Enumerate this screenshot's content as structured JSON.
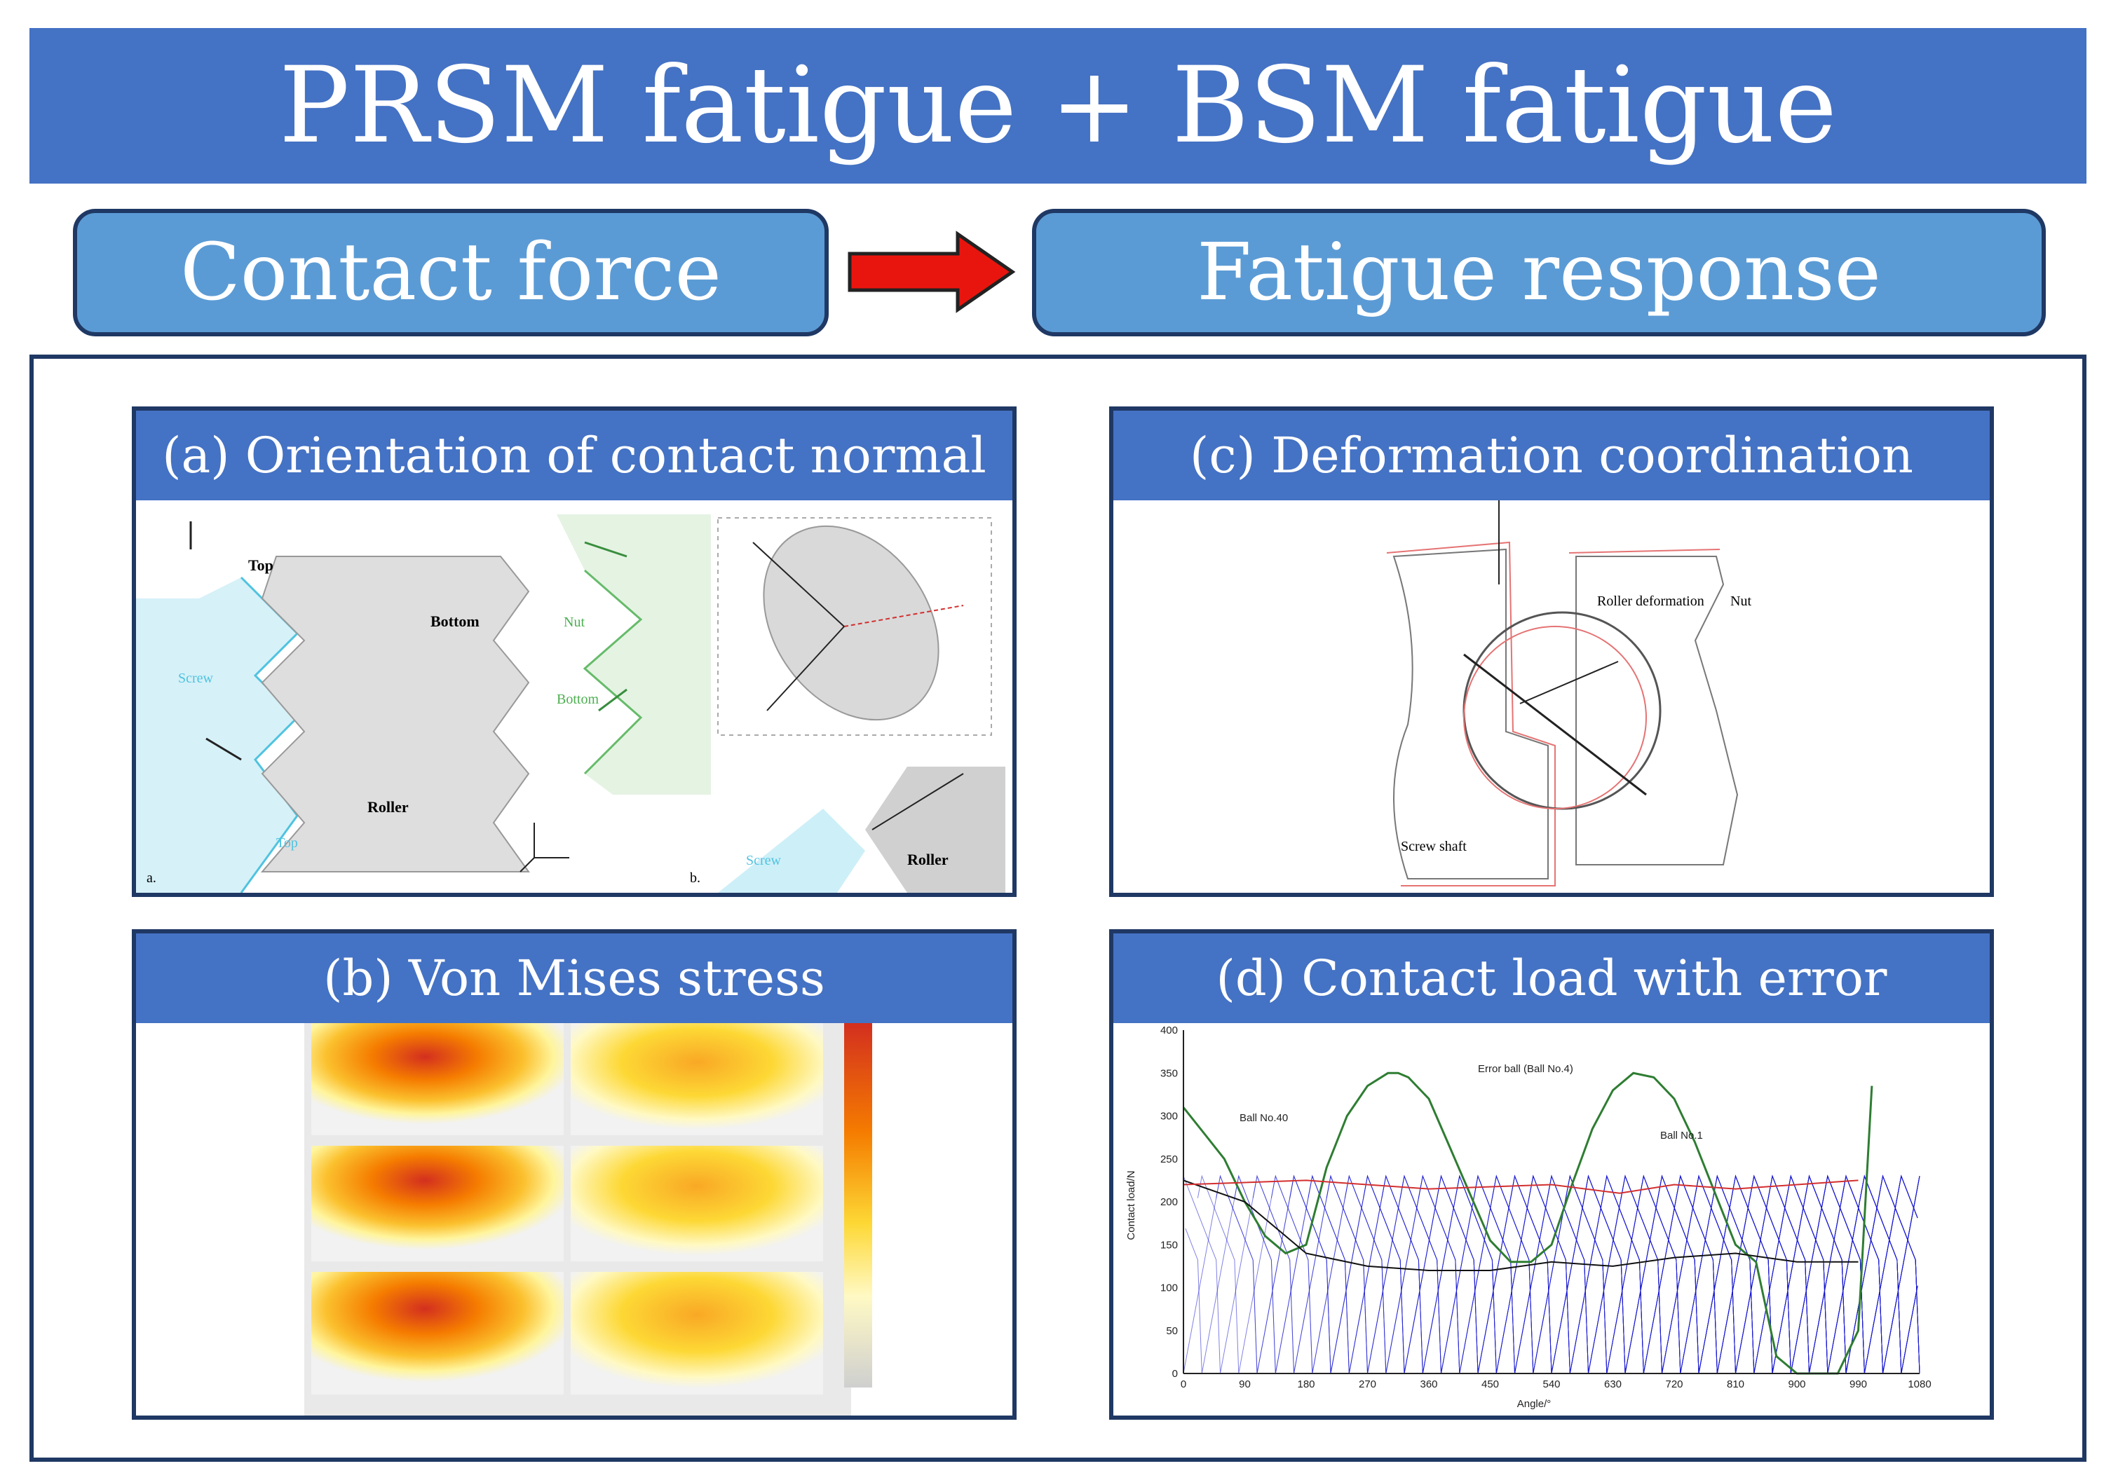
{
  "title": "PRSM fatigue + BSM fatigue",
  "flow": {
    "left_label": "Contact force",
    "right_label": "Fatigue response",
    "arrow_color": "#e8150e"
  },
  "colors": {
    "title_bg": "#4472c4",
    "flow_box_bg": "#5b9bd5",
    "border": "#1f3864",
    "panel_header_bg": "#4472c4"
  },
  "panels": {
    "a": {
      "header": "(a) Orientation of contact normal",
      "labels": {
        "top1": "Top",
        "bottom1": "Bottom",
        "nut": "Nut",
        "screw": "Screw",
        "bottom2": "Bottom",
        "roller": "Roller",
        "top2": "Top",
        "screw2": "Screw",
        "roller2": "Roller",
        "sub_a": "a.",
        "sub_b": "b."
      }
    },
    "b": {
      "header": "(b) Von Mises stress"
    },
    "c": {
      "header": "(c) Deformation coordination",
      "labels": {
        "screw_shaft": "Screw shaft",
        "roller_deformation": "Roller deformation",
        "nut": "Nut"
      }
    },
    "d": {
      "header": "(d) Contact load with error",
      "chart": {
        "series_labels": {
          "error_ball": "Error ball (Ball No.4)",
          "ball_40": "Ball No.40",
          "ball_1": "Ball No.1"
        },
        "xlabel": "Angle/°",
        "ylabel": "Contact load/N",
        "x_ticks": [
          "0",
          "90",
          "180",
          "270",
          "360",
          "450",
          "540",
          "630",
          "720",
          "810",
          "900",
          "990",
          "1080"
        ],
        "y_ticks": [
          "0",
          "50",
          "100",
          "150",
          "200",
          "250",
          "300",
          "350",
          "400"
        ],
        "colors": {
          "error_ball": "#2e7d32",
          "balls": "#1a1ad0",
          "ball_1": "#d32f2f"
        }
      }
    }
  },
  "chart_data": {
    "type": "line",
    "xlabel": "Angle/°",
    "ylabel": "Contact load/N",
    "xlim": [
      0,
      1080
    ],
    "ylim": [
      0,
      400
    ],
    "x_ticks": [
      0,
      90,
      180,
      270,
      360,
      450,
      540,
      630,
      720,
      810,
      900,
      990,
      1080
    ],
    "y_ticks": [
      0,
      50,
      100,
      150,
      200,
      250,
      300,
      350,
      400
    ],
    "series": [
      {
        "name": "Error ball (Ball No.4)",
        "x": [
          0,
          30,
          60,
          90,
          120,
          150,
          180,
          210,
          240,
          270,
          300,
          315,
          330,
          360,
          390,
          420,
          450,
          480,
          510,
          540,
          570,
          600,
          630,
          660,
          690,
          720,
          750,
          780,
          810,
          840,
          870,
          900,
          930,
          960,
          990,
          1010
        ],
        "y": [
          310,
          280,
          250,
          200,
          160,
          140,
          150,
          240,
          300,
          335,
          350,
          350,
          345,
          320,
          265,
          210,
          155,
          130,
          130,
          150,
          220,
          285,
          330,
          350,
          345,
          320,
          270,
          210,
          150,
          130,
          20,
          0,
          0,
          0,
          50,
          335
        ]
      },
      {
        "name": "Ball No.40",
        "x": [
          0,
          90,
          180,
          270,
          360,
          450,
          540,
          630,
          720,
          810,
          900,
          990
        ],
        "y": [
          225,
          200,
          140,
          125,
          120,
          120,
          130,
          125,
          135,
          140,
          130,
          130
        ]
      },
      {
        "name": "Ball No.1",
        "x": [
          0,
          180,
          360,
          540,
          640,
          720,
          810,
          900,
          990
        ],
        "y": [
          220,
          225,
          215,
          220,
          210,
          220,
          215,
          220,
          225
        ]
      }
    ]
  }
}
